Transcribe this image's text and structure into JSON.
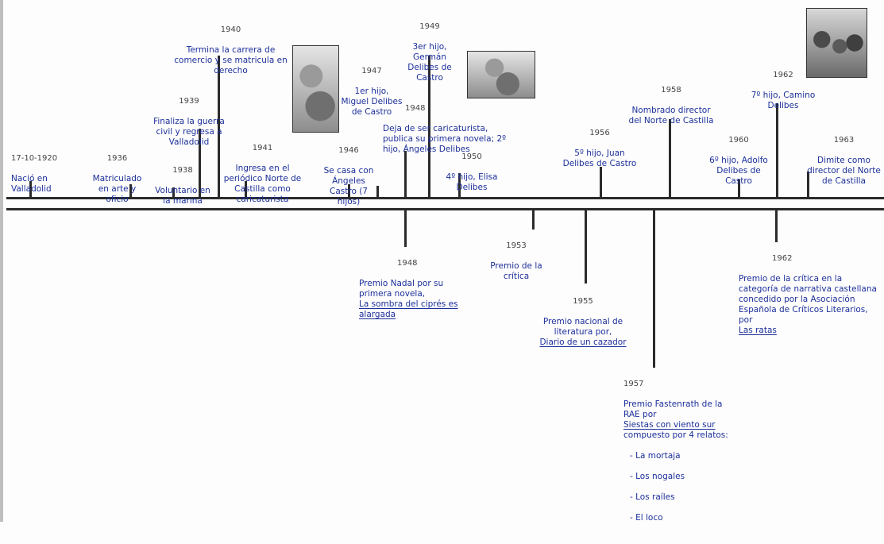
{
  "events": [
    {
      "id": "e1920",
      "year": "17-10-1920",
      "text": "Nació en Valladolid"
    },
    {
      "id": "e1936",
      "year": "1936",
      "text": "Matriculado en arte y oficio"
    },
    {
      "id": "e1938",
      "year": "1938",
      "text": "Voluntario en la marina"
    },
    {
      "id": "e1939",
      "year": "1939",
      "text": "Finaliza la guerra civil y regresa a Valladolid"
    },
    {
      "id": "e1940",
      "year": "1940",
      "text": "Termina la carrera de comercio y se matricula en derecho"
    },
    {
      "id": "e1941",
      "year": "1941",
      "text": "Ingresa en el periódico Norte de Castilla como caricaturista"
    },
    {
      "id": "e1946",
      "year": "1946",
      "text": "Se casa con Ángeles Castro (7 hijos)"
    },
    {
      "id": "e1947",
      "year": "1947",
      "text": "1er hijo, Miguel Delibes de Castro"
    },
    {
      "id": "e1948a",
      "year": "1948",
      "text": "Deja de ser caricaturista, publica su primera novela; 2º hijo, Ángeles Delibes"
    },
    {
      "id": "e1949",
      "year": "1949",
      "text": "3er hijo, Germán Delibes de Castro"
    },
    {
      "id": "e1950",
      "year": "1950",
      "text": "4º hijo, Elisa Delibes"
    },
    {
      "id": "e1956",
      "year": "1956",
      "text": "5º hijo, Juan Delibes de Castro"
    },
    {
      "id": "e1958",
      "year": "1958",
      "text": "Nombrado director del Norte de Castilla"
    },
    {
      "id": "e1960",
      "year": "1960",
      "text": "6º hijo, Adolfo Delibes de Castro"
    },
    {
      "id": "e1962a",
      "year": "1962",
      "text": "7º hijo, Camino Delibes"
    },
    {
      "id": "e1963",
      "year": "1963",
      "text": "Dimite como director del Norte de Castilla"
    },
    {
      "id": "e1948b",
      "year": "1948",
      "text": "Premio Nadal por su primera novela,",
      "title": "La sombra del ciprés es alargada"
    },
    {
      "id": "e1953",
      "year": "1953",
      "text": "Premio de la crítica"
    },
    {
      "id": "e1955",
      "year": "1955",
      "text": "Premio nacional de literatura por,",
      "title": "Diario de un cazador"
    },
    {
      "id": "e1957",
      "year": "1957",
      "text": "Premio Fastenrath de la RAE por",
      "title": "Siestas con viento sur",
      "after": "compuesto por 4 relatos:",
      "works": [
        "- La mortaja",
        "- Los nogales",
        "- Los raíles",
        "- El loco"
      ]
    },
    {
      "id": "e1962b",
      "year": "1962",
      "text": "Premio de la crítica en la categoría de narrativa castellana concedido por la Asociación Española de Críticos Literarios, por",
      "title": "Las ratas"
    }
  ]
}
